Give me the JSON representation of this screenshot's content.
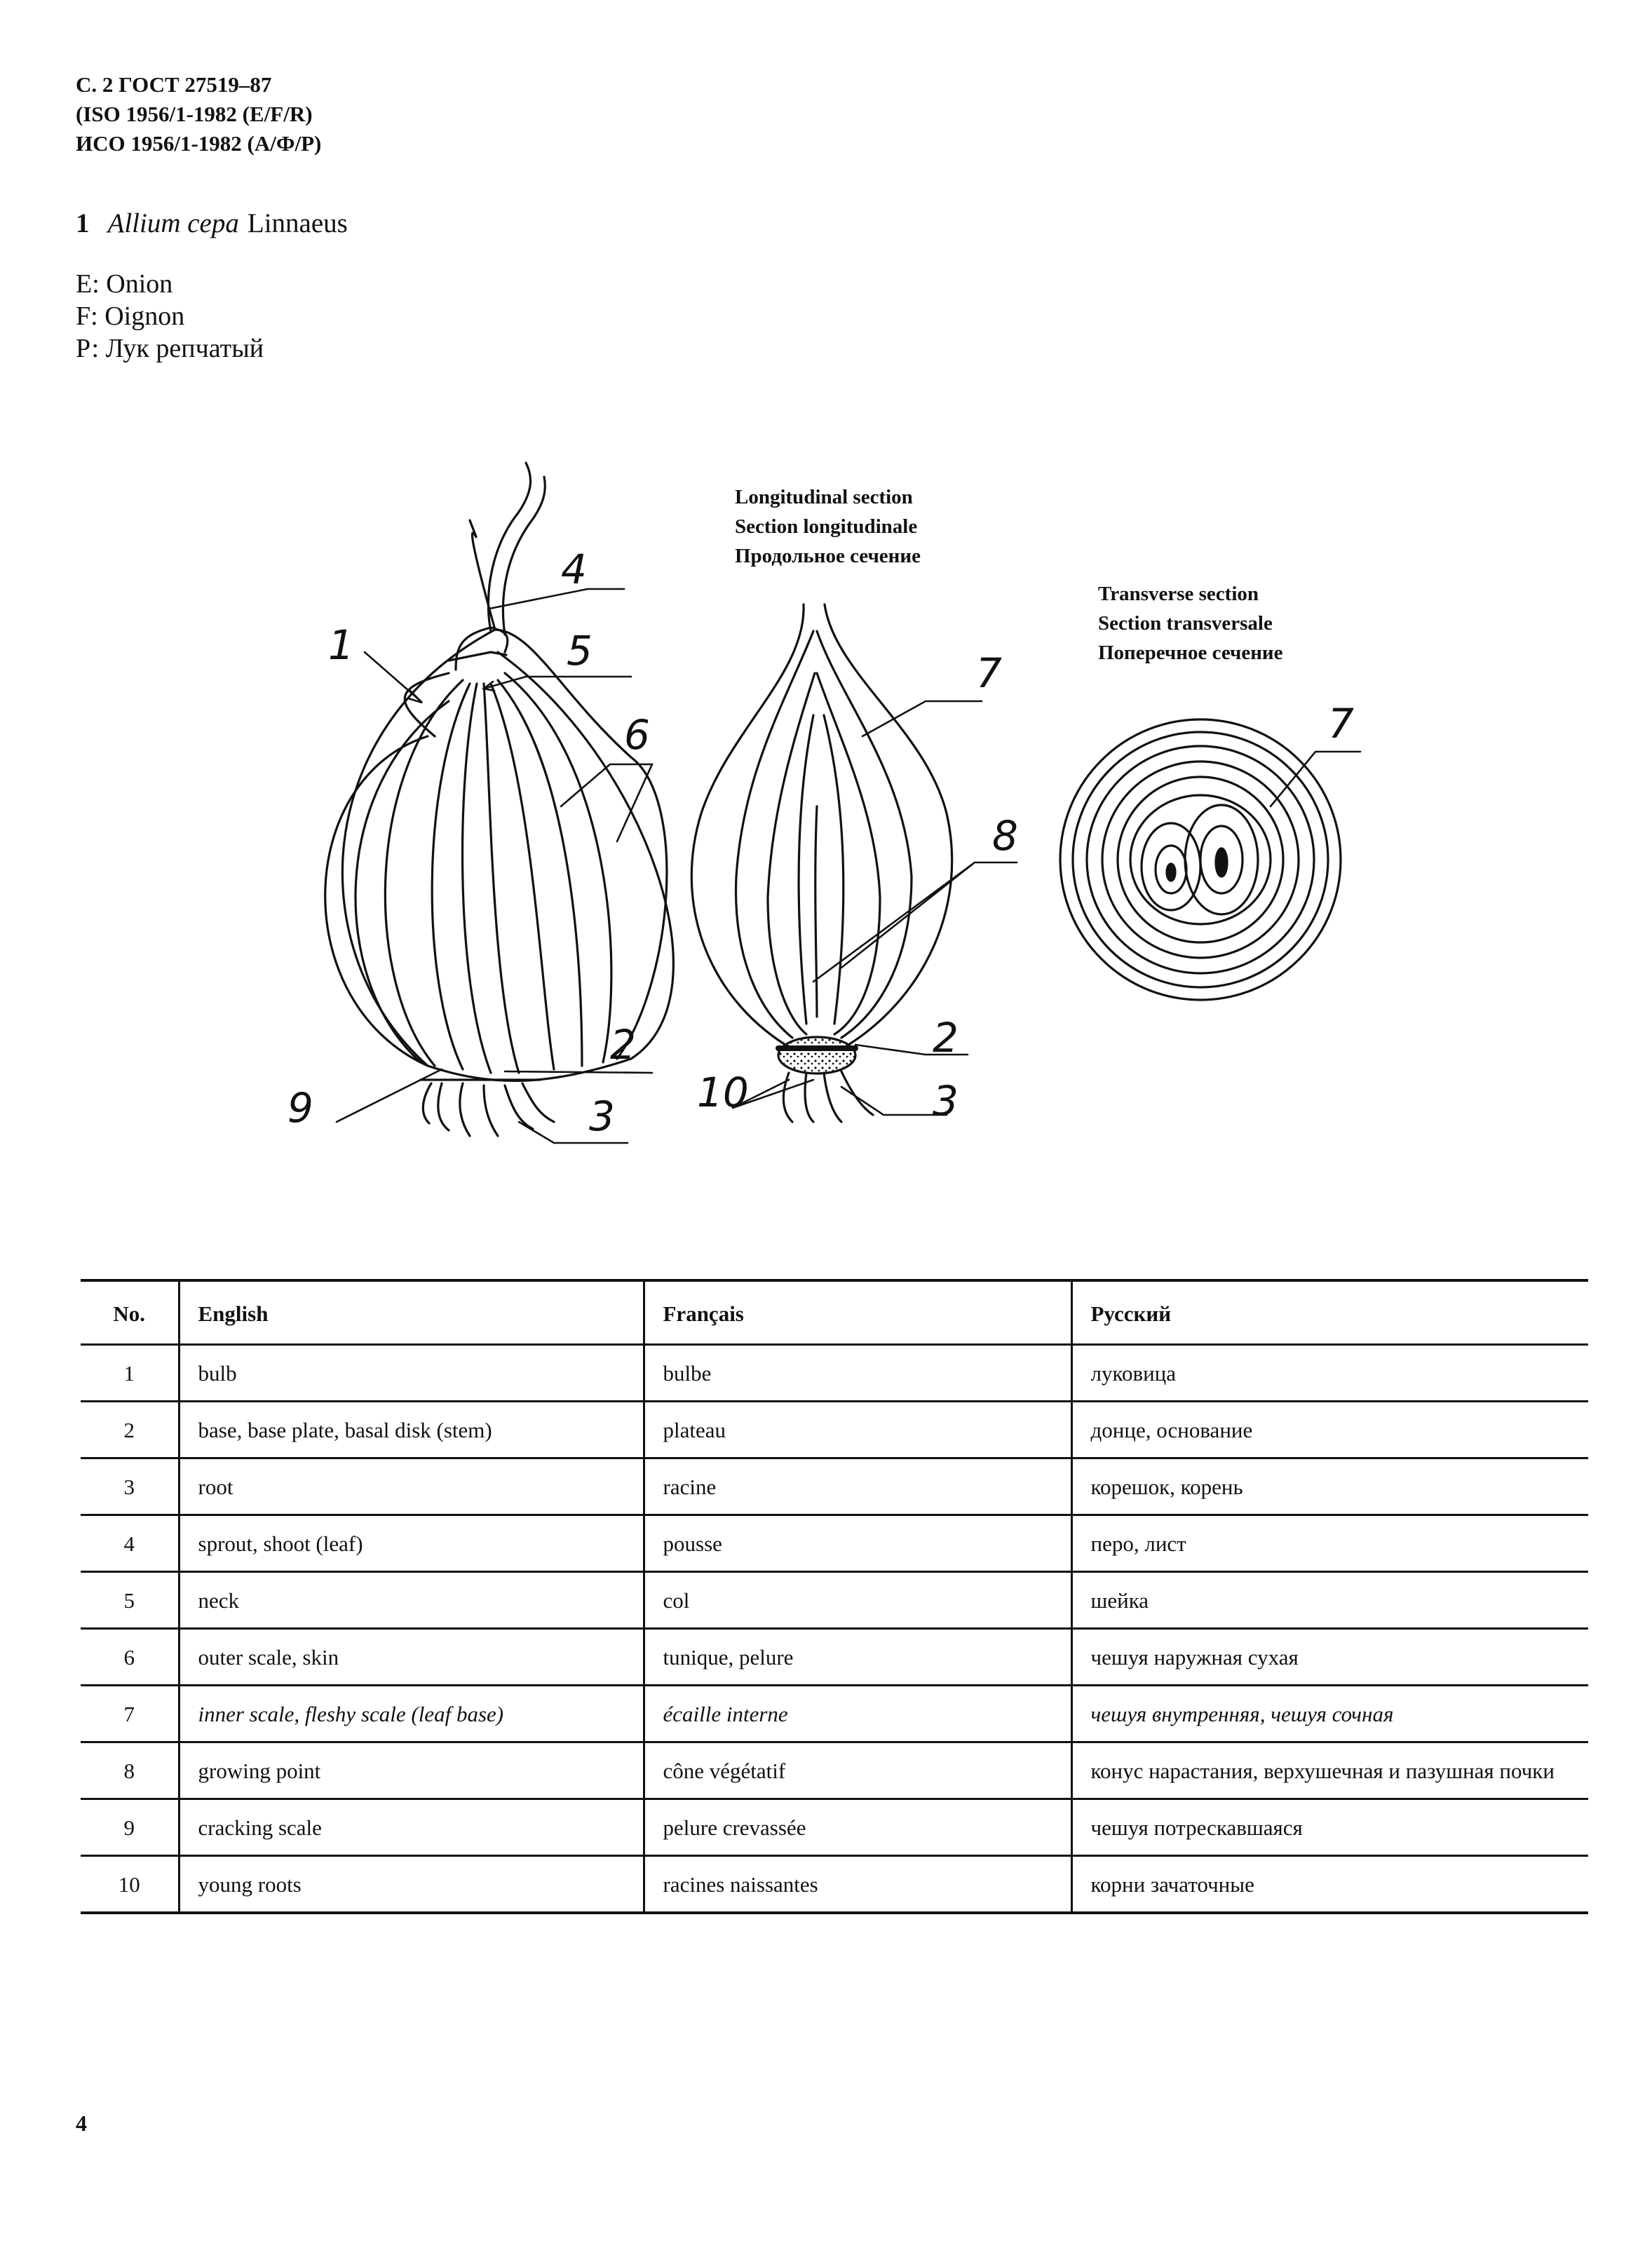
{
  "header": {
    "line1": "С. 2 ГОСТ 27519–87",
    "line2": "(ISO 1956/1-1982 (E/F/R)",
    "line3": "ИСО 1956/1-1982 (А/Ф/Р)"
  },
  "species": {
    "number": "1",
    "scientific": "Allium cepa",
    "authority": "Linnaeus",
    "names": [
      "E: Onion",
      "F: Oignon",
      "Р: Лук репчатый"
    ]
  },
  "captions": {
    "longitudinal": [
      "Longitudinal section",
      "Section longitudinale",
      "Продольное сечение"
    ],
    "transverse": [
      "Transverse section",
      "Section transversale",
      "Поперечное сечение"
    ]
  },
  "figure_labels": {
    "whole": [
      "1",
      "4",
      "5",
      "6",
      "2",
      "3",
      "9"
    ],
    "longitudinal": [
      "7",
      "8",
      "2",
      "10",
      "3"
    ],
    "transverse": [
      "7"
    ]
  },
  "table": {
    "headers": [
      "No.",
      "English",
      "Français",
      "Русский"
    ],
    "rows": [
      [
        "1",
        "bulb",
        "bulbe",
        "луковица"
      ],
      [
        "2",
        "base, base plate, basal disk (stem)",
        "plateau",
        "донце, основание"
      ],
      [
        "3",
        "root",
        "racine",
        "корешок, корень"
      ],
      [
        "4",
        "sprout, shoot (leaf)",
        "pousse",
        "перо, лист"
      ],
      [
        "5",
        "neck",
        "col",
        "шейка"
      ],
      [
        "6",
        "outer scale, skin",
        "tunique, pelure",
        "чешуя наружная сухая"
      ],
      [
        "7",
        "inner scale, fleshy scale (leaf base)",
        "écaille interne",
        "чешуя внутренняя, чешуя сочная"
      ],
      [
        "8",
        "growing point",
        "cône végétatif",
        "конус нарастания, верхушечная и пазушная почки"
      ],
      [
        "9",
        "cracking scale",
        "pelure crevassée",
        "чешуя потрескавшаяся"
      ],
      [
        "10",
        "young roots",
        "racines naissantes",
        "корни зачаточные"
      ]
    ],
    "italic_row": "7"
  },
  "page_number": "4"
}
